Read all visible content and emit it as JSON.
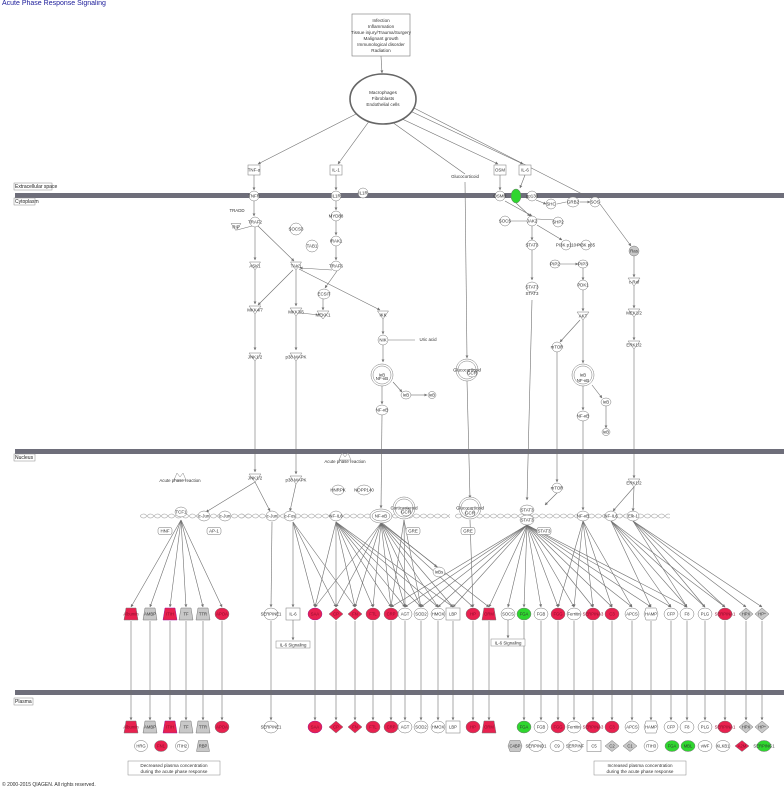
{
  "title": "Acute Phase Response Signaling",
  "copyright": "© 2000-2015 QIAGEN. All rights reserved.",
  "colors": {
    "red": "#e8214f",
    "green": "#2fd62f",
    "gray": "#c8c8c8",
    "white": "#ffffff",
    "membrane": "#6e6e7a",
    "edge": "#707070",
    "magentaEdge": "#9b1a9b"
  },
  "compartments": {
    "extracellular": "Extracellular space",
    "cytoplasm": "Cytoplasm",
    "nucleus": "Nucleus",
    "plasma": "Plasma"
  },
  "stimulus_lines": [
    "Infection",
    "Inflammation",
    "Tissue injury/Trauma/Surgery",
    "Malignant growth",
    "Immunological disorder",
    "Radiation"
  ],
  "cell_lines": [
    "Macrophages",
    "Fibroblasts",
    "Endothelial cells"
  ],
  "upper_nodes": [
    {
      "id": "tnfa",
      "label": "TNF-α"
    },
    {
      "id": "il1",
      "label": "IL-1"
    },
    {
      "id": "gluco_top",
      "label": "Glucocorticoid"
    },
    {
      "id": "osm",
      "label": "OSM"
    },
    {
      "id": "il6",
      "label": "IL-6"
    },
    {
      "id": "tnfr",
      "label": "TNFR"
    },
    {
      "id": "il1r",
      "label": "IL1R"
    },
    {
      "id": "il1ra",
      "label": "IL1R"
    },
    {
      "id": "osmr",
      "label": "OSMR"
    },
    {
      "id": "il6r",
      "label": ""
    },
    {
      "id": "gp130",
      "label": "gp130"
    },
    {
      "id": "tradd",
      "label": "TRADD"
    },
    {
      "id": "rip",
      "label": "RIP"
    },
    {
      "id": "traf2",
      "label": "TRAF2"
    },
    {
      "id": "socs3",
      "label": "SOCS3"
    },
    {
      "id": "tab1",
      "label": "TAB1"
    },
    {
      "id": "myd88",
      "label": "MYD88"
    },
    {
      "id": "irak1",
      "label": "IRAK1"
    },
    {
      "id": "traf6",
      "label": "TRAF6"
    },
    {
      "id": "ask1",
      "label": "ASK1"
    },
    {
      "id": "tak1",
      "label": "TAK1"
    },
    {
      "id": "ecsit",
      "label": "ECSIT"
    },
    {
      "id": "mekk1",
      "label": "MEKK1"
    },
    {
      "id": "mkk47",
      "label": "MKK4/7"
    },
    {
      "id": "mkk36",
      "label": "MKK3/6"
    },
    {
      "id": "ikk",
      "label": "IKK"
    },
    {
      "id": "nik",
      "label": "NIK"
    },
    {
      "id": "jnk",
      "label": "JNK1/2"
    },
    {
      "id": "p38",
      "label": "p38 MAPK"
    },
    {
      "id": "uric",
      "label": "Uric acid"
    },
    {
      "id": "ikb_nfkb",
      "label": "IκB"
    },
    {
      "id": "nfkb1",
      "label": "NF-κB"
    },
    {
      "id": "ikb2",
      "label": "IκB"
    },
    {
      "id": "ikb3",
      "label": "IκB"
    },
    {
      "id": "nfkb_free",
      "label": "NF-κB"
    },
    {
      "id": "gluco_gcr",
      "label": "Glucocorticoid"
    },
    {
      "id": "gcr1",
      "label": "GCR"
    },
    {
      "id": "socs",
      "label": "SOCS"
    },
    {
      "id": "jak",
      "label": "JAK2"
    },
    {
      "id": "shc",
      "label": "SHC"
    },
    {
      "id": "grb2",
      "label": "GRB2"
    },
    {
      "id": "sos",
      "label": "SOS"
    },
    {
      "id": "shp2",
      "label": "SHP2"
    },
    {
      "id": "stat3a",
      "label": "STAT3"
    },
    {
      "id": "stat3b",
      "label": "STAT3"
    },
    {
      "id": "stat3c",
      "label": "STAT3"
    },
    {
      "id": "pi3k1",
      "label": "PI3K p110"
    },
    {
      "id": "pi3k2",
      "label": "PI3K p85"
    },
    {
      "id": "pip2",
      "label": "PIP2"
    },
    {
      "id": "pip3",
      "label": "PIP3"
    },
    {
      "id": "pdk1",
      "label": "PDK1"
    },
    {
      "id": "akt",
      "label": "AKT"
    },
    {
      "id": "mtor",
      "label": "mTOR"
    },
    {
      "id": "ikb_b",
      "label": "IκB"
    },
    {
      "id": "nfkb_b",
      "label": "NF-κB"
    },
    {
      "id": "nfkb_b2",
      "label": "NF-κB"
    },
    {
      "id": "ikb_c",
      "label": "IκB"
    },
    {
      "id": "ikb_d",
      "label": "IκB"
    },
    {
      "id": "ras",
      "label": "Ras"
    },
    {
      "id": "craf",
      "label": "c-Raf"
    },
    {
      "id": "mek12",
      "label": "MEK1/2"
    },
    {
      "id": "erk12",
      "label": "ERK1/2"
    }
  ],
  "nucleus_nodes": [
    {
      "id": "apr1",
      "label": "Acute phase reaction"
    },
    {
      "id": "apr2",
      "label": "Acute phase reaction"
    },
    {
      "id": "jnk_n",
      "label": "JNK1/2"
    },
    {
      "id": "p38_n",
      "label": "p38 MAPK"
    },
    {
      "id": "hnrpk",
      "label": "HNRPK"
    },
    {
      "id": "nopp140",
      "label": "NOPP140"
    },
    {
      "id": "cortico",
      "label": "Corticosteroid"
    },
    {
      "id": "gcr2",
      "label": "GCR"
    },
    {
      "id": "gre1",
      "label": "GRE"
    },
    {
      "id": "gluco_n",
      "label": "Glucocorticoid"
    },
    {
      "id": "gcr3",
      "label": "GCR"
    },
    {
      "id": "gre2",
      "label": "GRE"
    },
    {
      "id": "tcf1",
      "label": "TCF1"
    },
    {
      "id": "hnf",
      "label": "HNF"
    },
    {
      "id": "cjun1",
      "label": "c-Jun"
    },
    {
      "id": "cjun2",
      "label": "c-Jun"
    },
    {
      "id": "ap1",
      "label": "AP-1"
    },
    {
      "id": "cjun3",
      "label": "c-Jun"
    },
    {
      "id": "cfos",
      "label": "c-Fos"
    },
    {
      "id": "nfil6",
      "label": "NF-IL6"
    },
    {
      "id": "nfkb_n",
      "label": "NF-κB"
    },
    {
      "id": "ikbs",
      "label": "IκBs"
    },
    {
      "id": "stat3_n",
      "label": "STAT3"
    },
    {
      "id": "stat3_n2",
      "label": "STAT3"
    },
    {
      "id": "stat3_n3",
      "label": "STAT3"
    },
    {
      "id": "mtor_n",
      "label": "mTOR"
    },
    {
      "id": "nfkb_n2",
      "label": "NF-κB"
    },
    {
      "id": "erk_n",
      "label": "ERK1/2"
    },
    {
      "id": "nfil6_2",
      "label": "NF-IL6"
    },
    {
      "id": "elk1",
      "label": "Elk-1"
    }
  ],
  "target_row": [
    {
      "label": "Albumin",
      "color": "red",
      "shape": "trap"
    },
    {
      "label": "AMBP",
      "color": "gray",
      "shape": "trap"
    },
    {
      "label": "ITIH",
      "color": "red",
      "shape": "trap"
    },
    {
      "label": "TF",
      "color": "gray",
      "shape": "trap"
    },
    {
      "label": "TTR",
      "color": "gray",
      "shape": "trap"
    },
    {
      "label": "APOA",
      "color": "red",
      "shape": "circle"
    },
    {
      "label": "SERPINE1",
      "color": "white",
      "shape": "circle"
    },
    {
      "label": "IL-6",
      "color": "white",
      "shape": "square"
    },
    {
      "label": "SAA",
      "color": "red",
      "shape": "circle"
    },
    {
      "label": "CP",
      "color": "red",
      "shape": "diamond"
    },
    {
      "label": "FN",
      "color": "red",
      "shape": "diamond"
    },
    {
      "label": "FTL",
      "color": "red",
      "shape": "circle"
    },
    {
      "label": "CRP",
      "color": "red",
      "shape": "circle"
    },
    {
      "label": "AGT",
      "color": "white",
      "shape": "circle"
    },
    {
      "label": "SOD2",
      "color": "white",
      "shape": "circle"
    },
    {
      "label": "HMOX",
      "color": "white",
      "shape": "circle"
    },
    {
      "label": "LBP",
      "color": "white",
      "shape": "square"
    },
    {
      "label": "HP",
      "color": "red",
      "shape": "circle"
    },
    {
      "label": "ORM",
      "color": "red",
      "shape": "trap"
    },
    {
      "label": "SOCS",
      "color": "white",
      "shape": "circle"
    },
    {
      "label": "FGA",
      "color": "green",
      "shape": "circle"
    },
    {
      "label": "FGB",
      "color": "white",
      "shape": "circle"
    },
    {
      "label": "FGG",
      "color": "red",
      "shape": "circle"
    },
    {
      "label": "Ferritin",
      "color": "white",
      "shape": "circle"
    },
    {
      "label": "SERPINA3",
      "color": "red",
      "shape": "circle"
    },
    {
      "label": "C3",
      "color": "red",
      "shape": "circle"
    },
    {
      "label": "APCS",
      "color": "white",
      "shape": "circle"
    },
    {
      "label": "HAMP",
      "color": "white",
      "shape": "hex"
    },
    {
      "label": "CFP",
      "color": "white",
      "shape": "circle"
    },
    {
      "label": "F8",
      "color": "white",
      "shape": "circle"
    },
    {
      "label": "PLG",
      "color": "white",
      "shape": "circle"
    },
    {
      "label": "SERPINA1",
      "color": "red",
      "shape": "circle"
    },
    {
      "label": "HPX",
      "color": "gray",
      "shape": "diamond"
    },
    {
      "label": "HP*",
      "color": "gray",
      "shape": "diamond"
    }
  ],
  "plasma_row": [
    {
      "label": "Albumin",
      "color": "red",
      "shape": "trap"
    },
    {
      "label": "AMBP",
      "color": "gray",
      "shape": "trap"
    },
    {
      "label": "ITIH",
      "color": "red",
      "shape": "trap"
    },
    {
      "label": "TF",
      "color": "gray",
      "shape": "trap"
    },
    {
      "label": "TTR",
      "color": "gray",
      "shape": "trap"
    },
    {
      "label": "APOA",
      "color": "red",
      "shape": "circle"
    },
    {
      "label": "SERPINE1",
      "color": "white",
      "shape": "circle"
    },
    {
      "label": "SAA",
      "color": "red",
      "shape": "circle"
    },
    {
      "label": "CP",
      "color": "red",
      "shape": "diamond"
    },
    {
      "label": "FN",
      "color": "red",
      "shape": "diamond"
    },
    {
      "label": "FTL",
      "color": "red",
      "shape": "circle"
    },
    {
      "label": "CRP",
      "color": "red",
      "shape": "circle"
    },
    {
      "label": "AGT",
      "color": "white",
      "shape": "circle"
    },
    {
      "label": "SOD2",
      "color": "white",
      "shape": "circle"
    },
    {
      "label": "HMOX",
      "color": "white",
      "shape": "circle"
    },
    {
      "label": "LBP",
      "color": "white",
      "shape": "square"
    },
    {
      "label": "HP",
      "color": "red",
      "shape": "circle"
    },
    {
      "label": "ORM",
      "color": "red",
      "shape": "trap"
    },
    {
      "label": "FGA",
      "color": "green",
      "shape": "circle"
    },
    {
      "label": "FGB",
      "color": "white",
      "shape": "circle"
    },
    {
      "label": "FGG",
      "color": "red",
      "shape": "circle"
    },
    {
      "label": "Ferritin",
      "color": "white",
      "shape": "circle"
    },
    {
      "label": "SERPINA3",
      "color": "red",
      "shape": "circle"
    },
    {
      "label": "C3",
      "color": "red",
      "shape": "circle"
    },
    {
      "label": "APCS",
      "color": "white",
      "shape": "circle"
    },
    {
      "label": "HAMP",
      "color": "white",
      "shape": "hex"
    },
    {
      "label": "CFP",
      "color": "white",
      "shape": "circle"
    },
    {
      "label": "F8",
      "color": "white",
      "shape": "circle"
    },
    {
      "label": "PLG",
      "color": "white",
      "shape": "circle"
    },
    {
      "label": "SERPINA1",
      "color": "red",
      "shape": "circle"
    },
    {
      "label": "HPX",
      "color": "gray",
      "shape": "diamond"
    },
    {
      "label": "HP*",
      "color": "gray",
      "shape": "diamond"
    }
  ],
  "bottom_row_left": [
    {
      "label": "HRG",
      "color": "white",
      "shape": "circle"
    },
    {
      "label": "FN1",
      "color": "red",
      "shape": "circle"
    },
    {
      "label": "ITIH2",
      "color": "white",
      "shape": "circle"
    },
    {
      "label": "RBP",
      "color": "gray",
      "shape": "trap"
    }
  ],
  "bottom_row_right": [
    {
      "label": "C4BP",
      "color": "gray",
      "shape": "hex"
    },
    {
      "label": "SERPIND1",
      "color": "white",
      "shape": "circle"
    },
    {
      "label": "C9",
      "color": "white",
      "shape": "circle"
    },
    {
      "label": "SERPINF",
      "color": "white",
      "shape": "circle"
    },
    {
      "label": "C5",
      "color": "white",
      "shape": "square"
    },
    {
      "label": "C2",
      "color": "gray",
      "shape": "diamond"
    },
    {
      "label": "C1",
      "color": "gray",
      "shape": "diamond"
    },
    {
      "label": "ITIH3",
      "color": "white",
      "shape": "circle"
    },
    {
      "label": "FGA",
      "color": "green",
      "shape": "circle"
    },
    {
      "label": "MBL",
      "color": "green",
      "shape": "circle"
    },
    {
      "label": "vWF",
      "color": "white",
      "shape": "circle"
    },
    {
      "label": "KLKB1",
      "color": "white",
      "shape": "circle"
    },
    {
      "label": "A2M",
      "color": "red",
      "shape": "diamond"
    },
    {
      "label": "SERPING1",
      "color": "green",
      "shape": "circle"
    }
  ],
  "il6_signaling_1": "IL-6 Signaling",
  "il6_signaling_2": "IL-6 Signaling",
  "legend_decreased": "Decreased plasma concentration during the acute phase response",
  "legend_increased": "Increased plasma concentration during the acute phase response"
}
